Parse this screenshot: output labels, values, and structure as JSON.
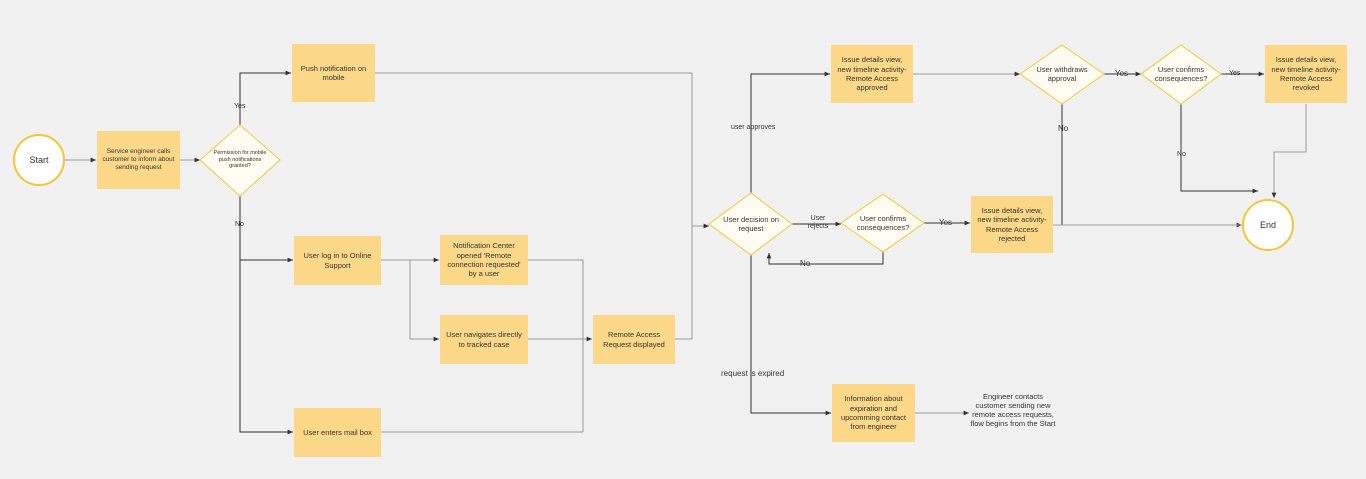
{
  "colors": {
    "box_fill": "#fdd889",
    "diamond_fill": "#fffdf2",
    "node_stroke": "#f3c63a",
    "line": "#9a9a9a",
    "background": "#f1f1f1"
  },
  "nodes": {
    "start": "Start",
    "end": "End",
    "service_call": "Service engineer calls customer to inform about sending request",
    "permission": "Permission for mobile push notifications granted?",
    "push": "Push notification on mobile",
    "login": "User log in to Online Support",
    "notif_center": "Notification Center opened 'Remote connection requested' by a user",
    "navigates": "User navigates  directly to tracked case",
    "mailbox": "User enters mail box",
    "remote_displayed": "Remote Access Request displayed",
    "decision": "User decision on request",
    "confirm_mid": "User confirms consequences?",
    "rejected": "Issue details view, new timeline activity- Remote Access rejected",
    "approved": "Issue details view, new timeline activity- Remote Access approved",
    "withdraw": "User withdraws approval",
    "confirm_top": "User confirms consequences?",
    "revoked": "Issue details view, new timeline activity- Remote Access revoked",
    "expiry_info": "Information about expiration and upcomming contact from engineer",
    "engineer_contacts": "Engineer contacts customer sending new remote access requests, flow begins from the Start"
  },
  "edge_labels": {
    "yes_push": "Yes",
    "no_online": "No",
    "user_approves": "user approves",
    "user_rejects": "User rejects",
    "yes_rejected": "Yes",
    "no_back": "No",
    "yes_withdraw": "Yes",
    "yes_revoke": "Yes",
    "no_withdraw": "No",
    "no_confirm": "No",
    "expired": "request is expired"
  }
}
